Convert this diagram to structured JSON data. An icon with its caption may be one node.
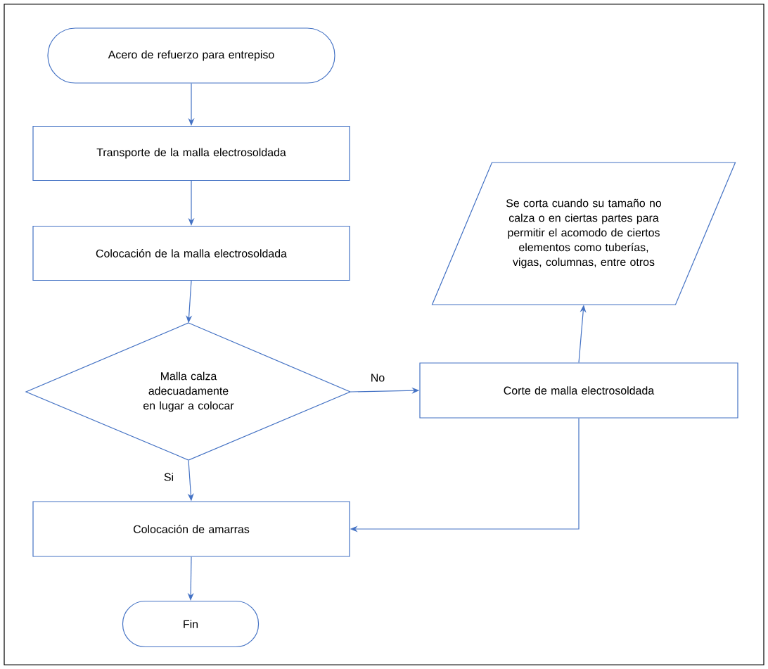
{
  "diagram": {
    "nodes": [
      {
        "text": [
          "Acero de refuerzo para entrepiso"
        ]
      },
      {
        "text": [
          "Transporte de la malla electrosoldada"
        ]
      },
      {
        "text": [
          "Colocación de la malla electrosoldada"
        ]
      },
      {
        "text": [
          "Malla calza adecuadamente en lugar a colocar"
        ]
      },
      {
        "text": [
          "Corte de malla electrosoldada"
        ]
      },
      {
        "text": [
          "Se corta cuando su tamaño no calza o en ciertas partes para permitir el acomodo de ciertos elementos como tuberías, vigas, columnas, entre otros"
        ]
      },
      {
        "text": [
          "Colocación de amarras"
        ]
      },
      {
        "text": [
          "Fin"
        ]
      }
    ],
    "edges": [
      {
        "from": 0,
        "to": 1,
        "arrow": "to"
      },
      {
        "from": 1,
        "to": 2,
        "arrow": "to"
      },
      {
        "from": 2,
        "to": 3,
        "arrow": "to"
      },
      {
        "from": 3,
        "to": 4,
        "arrow": "to",
        "label": "No"
      },
      {
        "from": 4,
        "to": 5,
        "arrow": "to"
      },
      {
        "from": 3,
        "to": 6,
        "arrow": "to",
        "label": "Si"
      },
      {
        "from": 4,
        "to": 6,
        "arrow": "to"
      },
      {
        "from": 6,
        "to": 7,
        "arrow": "to"
      }
    ]
  }
}
